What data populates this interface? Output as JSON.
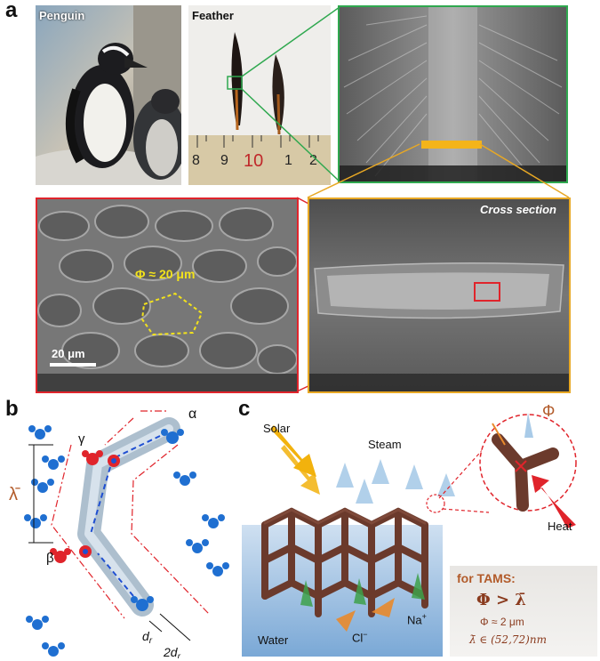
{
  "panel_a": {
    "letter": "a",
    "penguin_label": "Penguin",
    "feather_label": "Feather",
    "ruler_numbers": [
      "8",
      "9",
      "10",
      "1",
      "2"
    ],
    "cross_section_label": "Cross section",
    "pore_diameter": "Φ ≈ 20 μm",
    "scale_bar": "20 μm"
  },
  "panel_b": {
    "letter": "b",
    "greek_alpha": "α",
    "greek_beta": "β",
    "greek_gamma": "γ",
    "lambda_label": "λ̄",
    "d_r": "d",
    "two_d_r": "2d",
    "subscript_r": "r"
  },
  "panel_c": {
    "letter": "c",
    "solar": "Solar",
    "steam": "Steam",
    "water": "Water",
    "cl": "Cl",
    "na": "Na",
    "minus": "−",
    "plus": "+",
    "heat": "Heat",
    "phi": "Φ",
    "tams_title": "for TAMS:",
    "tams_condition": "Φ > λ̄",
    "tams_phi": "Φ ≈ 2 μm",
    "tams_lambda": "λ̄ ∈ (52,72)nm"
  },
  "colors": {
    "green_box": "#2fa84f",
    "orange_box": "#e8a824",
    "red_box": "#e0242b",
    "water_blue": "#1f6fd1",
    "fiber_brown": "#6b3a2c"
  }
}
